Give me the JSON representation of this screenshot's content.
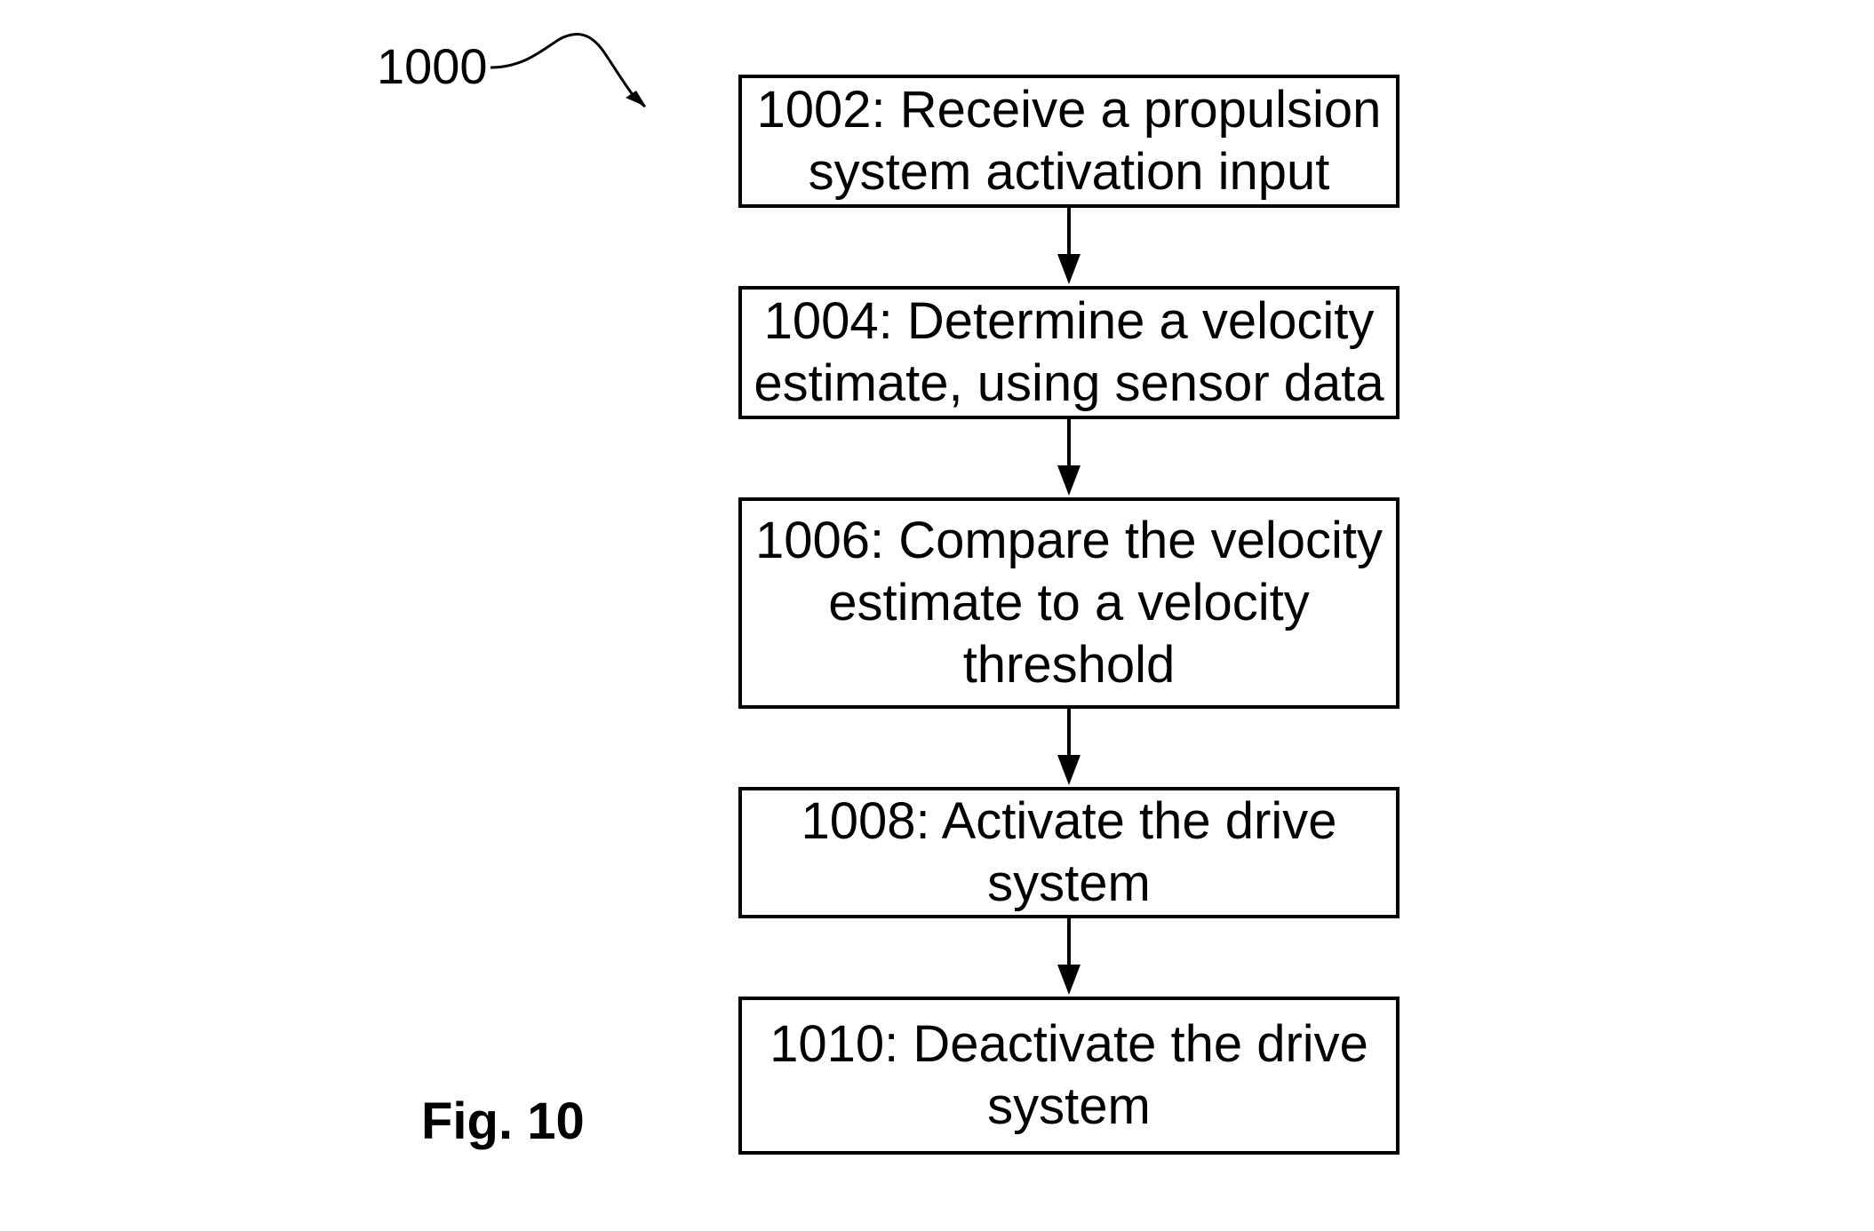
{
  "diagram": {
    "reference_numeral": "1000",
    "figure_label": "Fig. 10",
    "steps": [
      {
        "text": "1002: Receive a propulsion\nsystem activation input"
      },
      {
        "text": "1004: Determine a velocity\nestimate, using sensor data"
      },
      {
        "text": "1006: Compare the velocity\nestimate to a velocity\nthreshold"
      },
      {
        "text": "1008: Activate the drive\nsystem"
      },
      {
        "text": "1010: Deactivate the drive\nsystem"
      }
    ]
  }
}
